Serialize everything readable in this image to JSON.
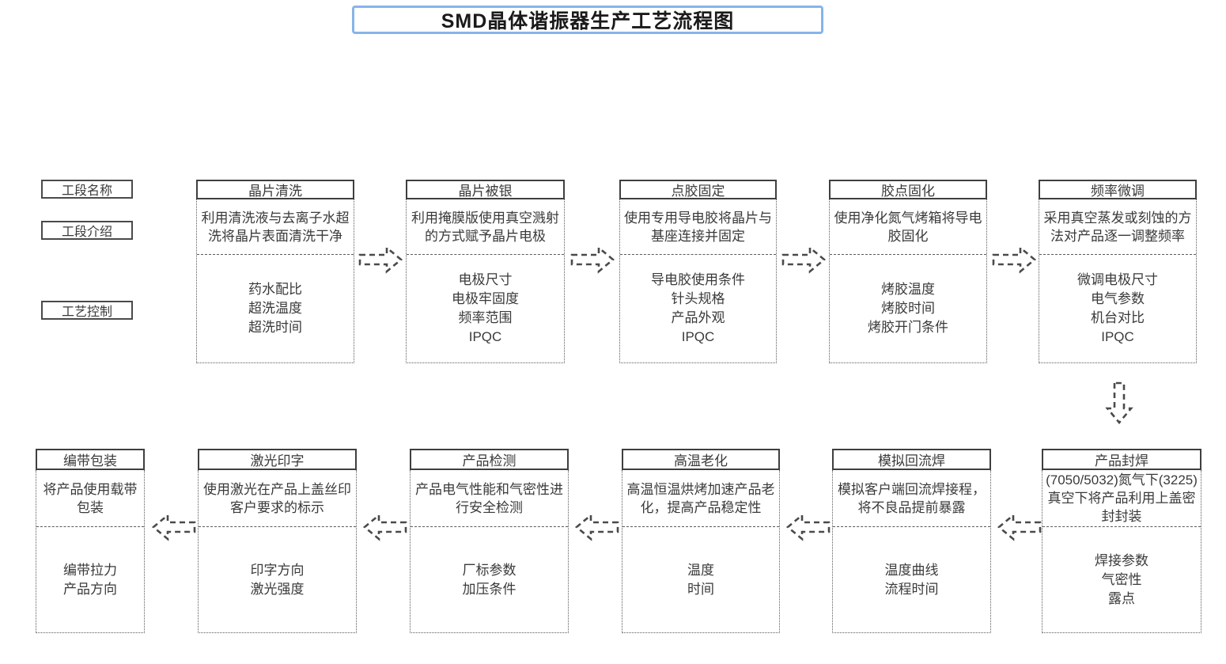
{
  "title": "SMD晶体谐振器生产工艺流程图",
  "row_labels": {
    "name": "工段名称",
    "intro": "工段介绍",
    "control": "工艺控制"
  },
  "colors": {
    "title_border": "#87b4ea",
    "box_border": "#3f3f3f",
    "dotted_border": "#5a5a5a",
    "text": "#3a3a3a"
  },
  "flow": {
    "top_row_direction": "left-to-right",
    "bottom_row_direction": "right-to-left",
    "connector_style": "dashed-block-arrow"
  },
  "icons": {
    "right_arrow": "dashed-block-arrow-right",
    "left_arrow": "dashed-block-arrow-left",
    "down_arrow": "dashed-block-arrow-down"
  },
  "top_row": [
    {
      "name": "晶片清洗",
      "intro": "利用清洗液与去离子水超洗将晶片表面清洗干净",
      "controls": [
        "药水配比",
        "超洗温度",
        "超洗时间"
      ]
    },
    {
      "name": "晶片被银",
      "intro": "利用掩膜版使用真空溅射的方式赋予晶片电极",
      "controls": [
        "电极尺寸",
        "电极牢固度",
        "频率范围",
        "IPQC"
      ]
    },
    {
      "name": "点胶固定",
      "intro": "使用专用导电胶将晶片与基座连接并固定",
      "controls": [
        "导电胶使用条件",
        "针头规格",
        "产品外观",
        "IPQC"
      ]
    },
    {
      "name": "胶点固化",
      "intro": "使用净化氮气烤箱将导电胶固化",
      "controls": [
        "烤胶温度",
        "烤胶时间",
        "烤胶开门条件"
      ]
    },
    {
      "name": "频率微调",
      "intro": "采用真空蒸发或刻蚀的方法对产品逐一调整频率",
      "controls": [
        "微调电极尺寸",
        "电气参数",
        "机台对比",
        "IPQC"
      ]
    }
  ],
  "bottom_row": [
    {
      "name": "编带包装",
      "intro": "将产品使用载带包装",
      "controls": [
        "编带拉力",
        "产品方向"
      ]
    },
    {
      "name": "激光印字",
      "intro": "使用激光在产品上盖丝印客户要求的标示",
      "controls": [
        "印字方向",
        "激光强度"
      ]
    },
    {
      "name": "产品检测",
      "intro": "产品电气性能和气密性进行安全检测",
      "controls": [
        "厂标参数",
        "加压条件"
      ]
    },
    {
      "name": "高温老化",
      "intro": "高温恒温烘烤加速产品老化，提高产品稳定性",
      "controls": [
        "温度",
        "时间"
      ]
    },
    {
      "name": "模拟回流焊",
      "intro": "模拟客户端回流焊接程，将不良品提前暴露",
      "controls": [
        "温度曲线",
        "流程时间"
      ]
    },
    {
      "name": "产品封焊",
      "intro": "(7050/5032)氮气下(3225)真空下将产品利用上盖密封封装",
      "controls": [
        "焊接参数",
        "气密性",
        "露点"
      ]
    }
  ]
}
